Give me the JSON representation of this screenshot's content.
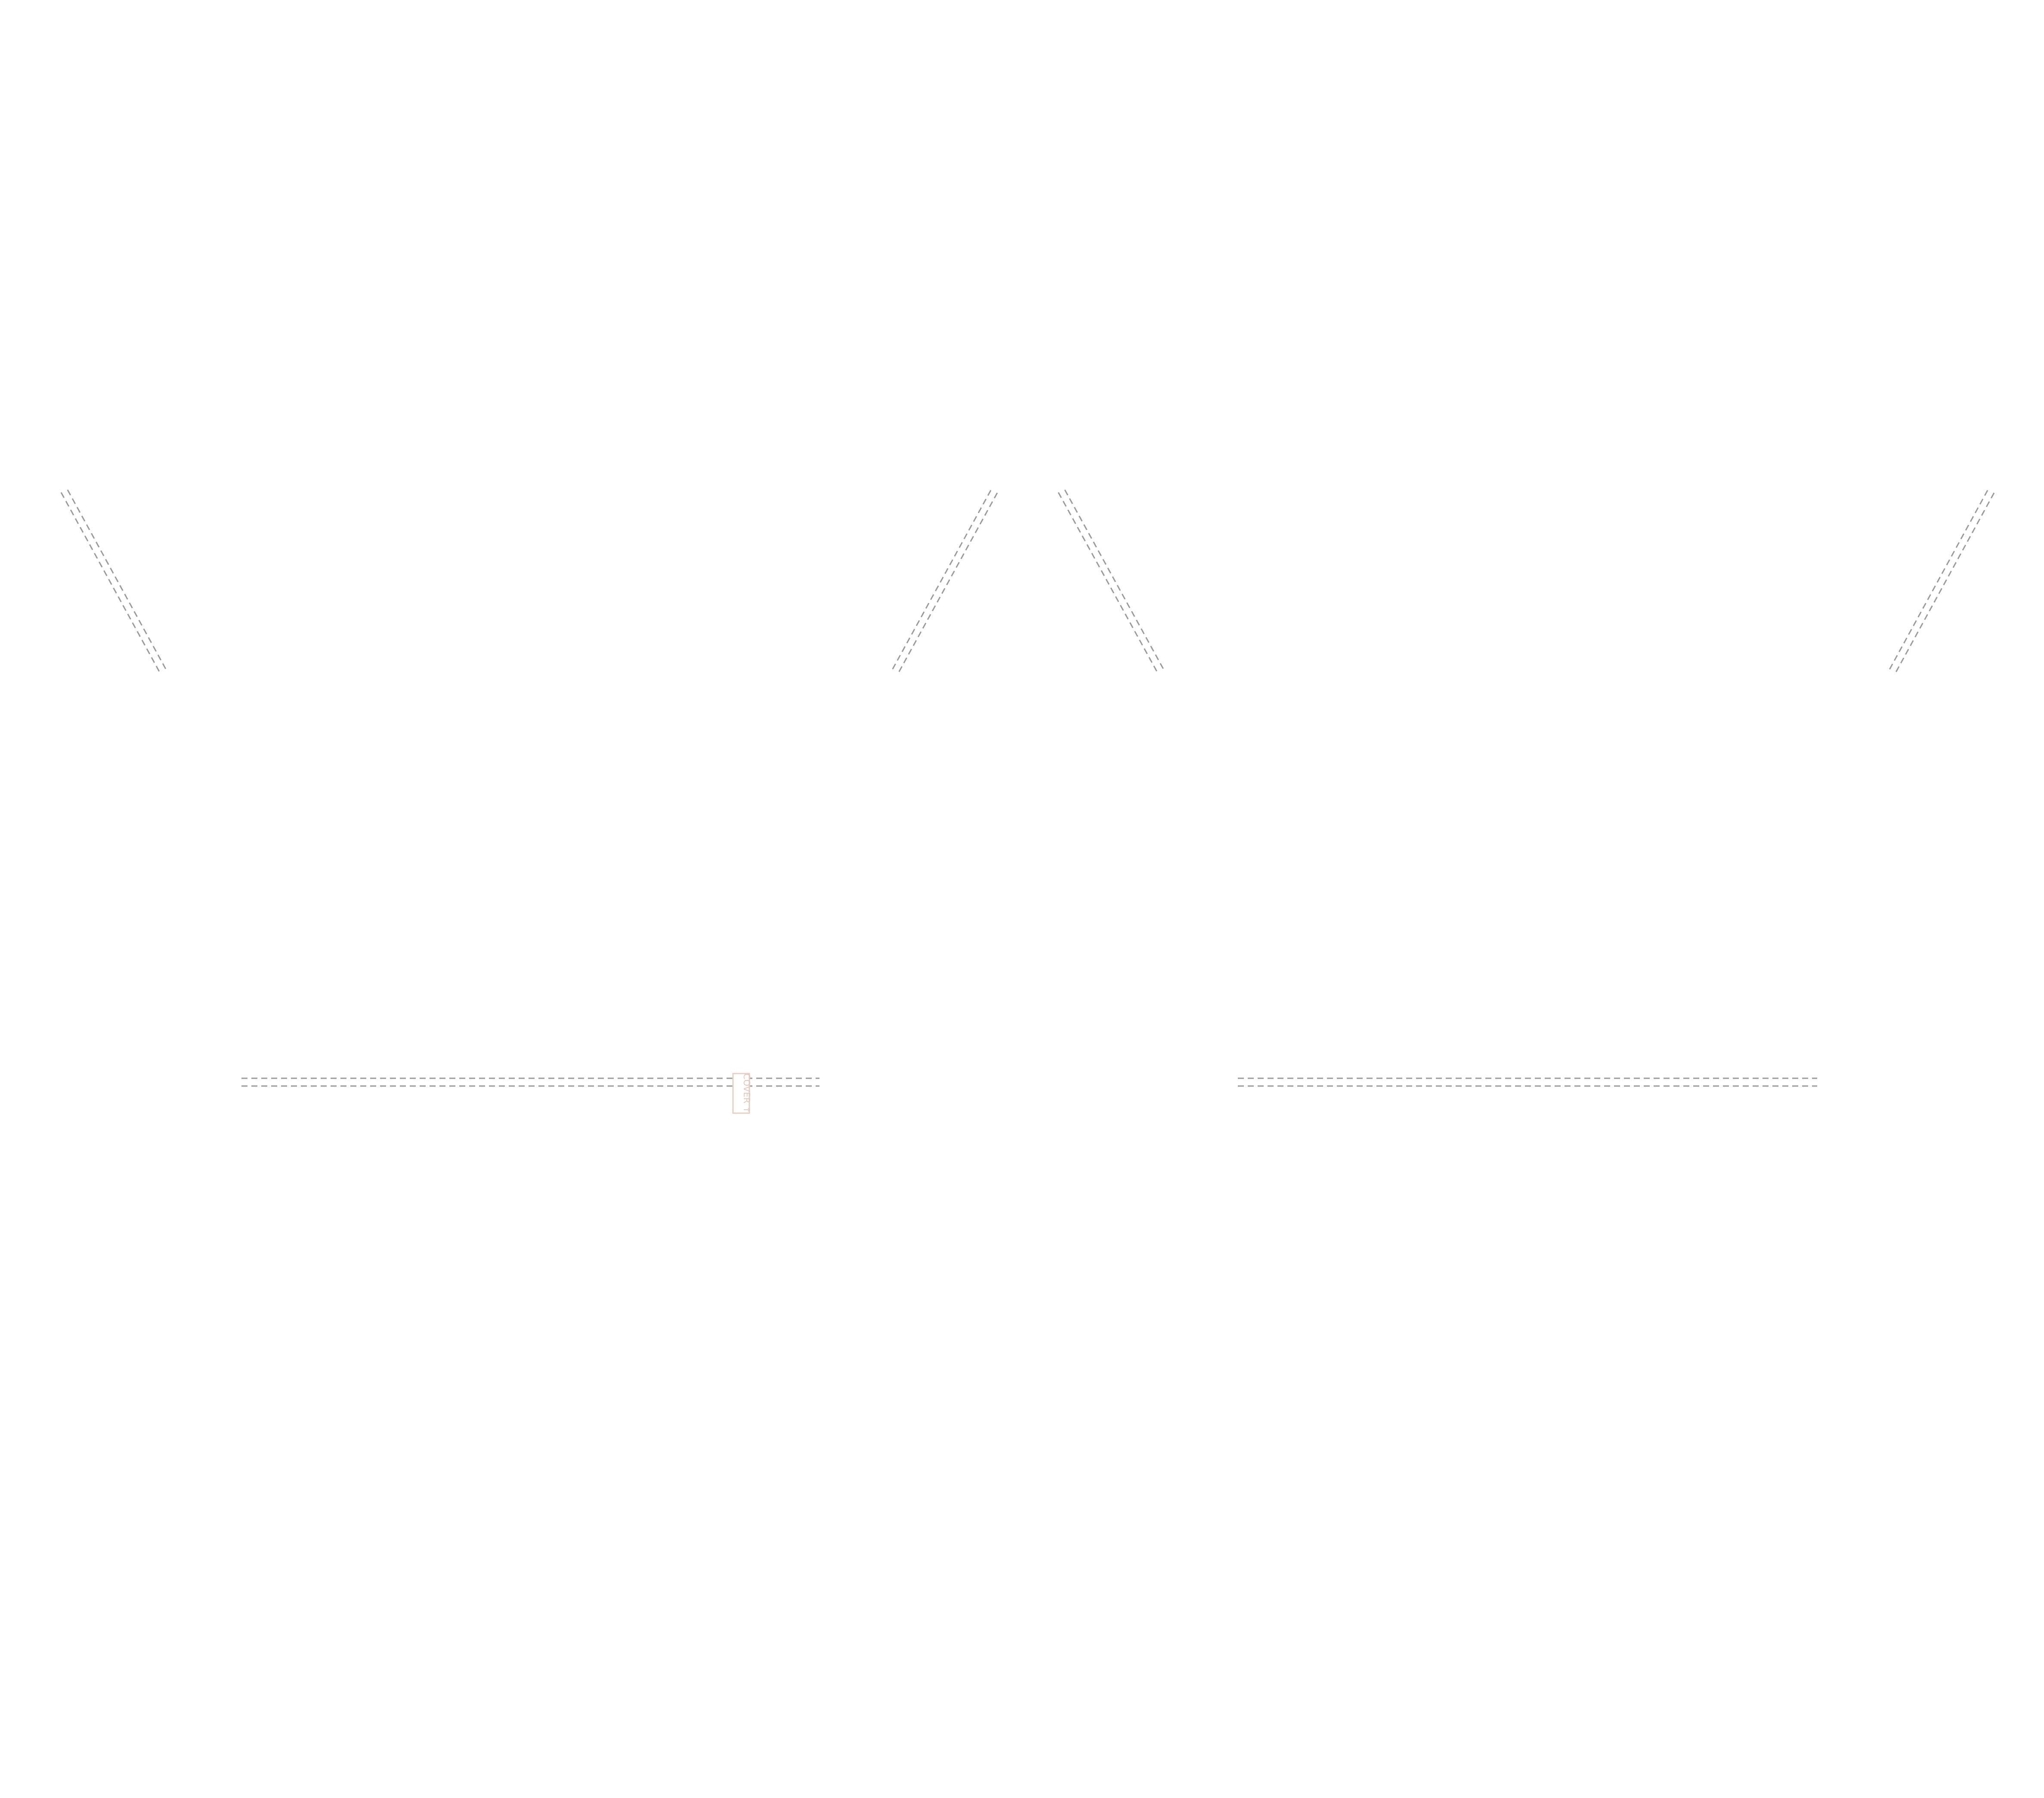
{
  "pattern": {
    "pieces": [
      {
        "id": "front-panel"
      },
      {
        "id": "back-panel"
      }
    ],
    "label_tag": {
      "text": "COVER ↑",
      "color": "#e2c9bf",
      "border_color": "#e6cfc6"
    },
    "stitch_color": "#9a9a9a",
    "background": "#ffffff"
  }
}
